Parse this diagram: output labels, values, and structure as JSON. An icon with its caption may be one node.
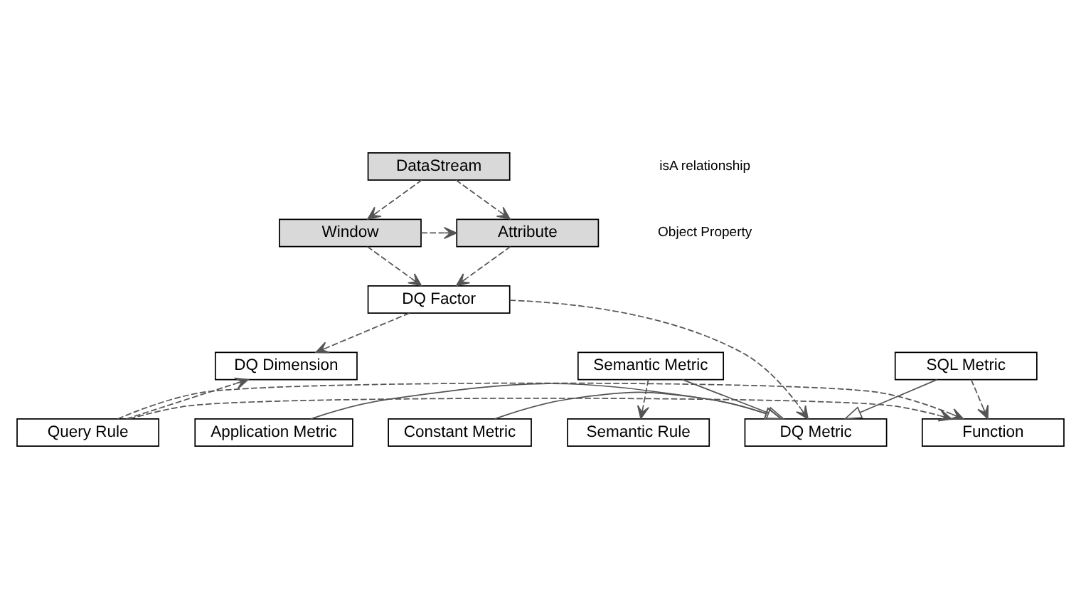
{
  "diagram": {
    "nodes": [
      {
        "text": [
          "DataStream"
        ]
      },
      {
        "text": [
          "Window"
        ]
      },
      {
        "text": [
          "Attribute"
        ]
      },
      {
        "text": [
          "DQ Factor"
        ]
      },
      {
        "text": [
          "Application Metric"
        ]
      },
      {
        "text": [
          "DQ Metric"
        ]
      },
      {
        "text": [
          "Constant Metric"
        ]
      },
      {
        "text": [
          "Semantic Metric"
        ]
      },
      {
        "text": [
          "SQL Metric"
        ]
      },
      {
        "text": [
          "DQ Dimension"
        ]
      },
      {
        "text": [
          "Query Rule"
        ]
      },
      {
        "text": [
          "Function"
        ]
      },
      {
        "text": [
          "Semantic Rule"
        ]
      }
    ],
    "edges": [
      {
        "from": 0,
        "to": 1,
        "arrow": "to",
        "style": "dashed"
      },
      {
        "from": 0,
        "to": 2,
        "arrow": "to",
        "style": "dashed"
      },
      {
        "from": 1,
        "to": 2,
        "arrow": "to",
        "style": "dashed"
      },
      {
        "from": 1,
        "to": 3,
        "arrow": "to",
        "style": "dashed"
      },
      {
        "from": 2,
        "to": 3,
        "arrow": "to",
        "style": "dashed"
      },
      {
        "from": 3,
        "to": 5,
        "arrow": "to",
        "style": "dashed"
      },
      {
        "from": 3,
        "to": 9,
        "arrow": "to",
        "style": "dashed"
      },
      {
        "from": 4,
        "to": 5,
        "arrow": "to"
      },
      {
        "from": 6,
        "to": 5,
        "arrow": "to"
      },
      {
        "from": 7,
        "to": 5,
        "arrow": "to"
      },
      {
        "from": 8,
        "to": 5,
        "arrow": "to"
      },
      {
        "from": 8,
        "to": 11,
        "arrow": "to",
        "style": "dashed"
      },
      {
        "from": 7,
        "to": 12,
        "arrow": "to",
        "style": "dashed"
      },
      {
        "from": 10,
        "to": 9,
        "arrow": "to",
        "style": "dashed"
      },
      {
        "from": 10,
        "to": 11,
        "arrow": "to",
        "style": "dashed"
      },
      {
        "from": 10,
        "to": 11,
        "arrow": "to",
        "style": "dashed"
      }
    ],
    "legend": [
      {
        "text": "isA relationship"
      },
      {
        "text": "Object Property"
      }
    ]
  }
}
